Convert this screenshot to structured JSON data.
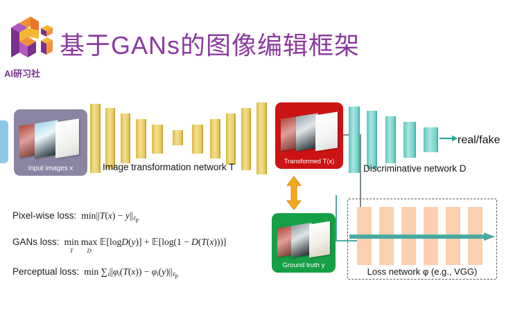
{
  "header": {
    "logo_caption": "AI研习社",
    "logo_icon": "ai-yanxishe-logo",
    "title": "基于GANs的图像编辑框架",
    "title_color": "#8b3a9e"
  },
  "diagram": {
    "input_box": {
      "label": "Input images x",
      "color": "#8b84a3",
      "icon": "image-stack-icon"
    },
    "transform_network": {
      "label": "Image transformation network T",
      "block_color": "#e8cb62",
      "block_count": 11
    },
    "transformed_box": {
      "label": "Transformed T(x)",
      "color": "#cc1414",
      "icon": "image-stack-icon"
    },
    "ground_truth_box": {
      "label": "Ground truth y",
      "color": "#16a046",
      "icon": "image-stack-icon"
    },
    "discriminative_network": {
      "label": "Discriminative network D",
      "block_color": "#6fd0c8",
      "block_count": 6,
      "output_label": "real/fake"
    },
    "loss_network": {
      "label": "Loss network φ (e.g., VGG)",
      "bar_color": "#fad0b0",
      "bar_count": 6,
      "border_style": "dashed"
    },
    "compare_arrow": {
      "name": "vertical-double-arrow",
      "color": "#f5a81c"
    },
    "connector_color": "#4aa9a2"
  },
  "equations": [
    {
      "name": "pixel-wise-loss",
      "label": "Pixel-wise loss:",
      "formula": "min||T(x) − y||ℓp"
    },
    {
      "name": "gans-loss",
      "label": "GANs loss:",
      "formula": "min_T max_D E[logD(y)] + E[log(1 − D(T(x)))]"
    },
    {
      "name": "perceptual-loss",
      "label": "Perceptual loss:",
      "formula": "min Σi||φi(T(x)) − φi(y)||ℓp"
    }
  ]
}
